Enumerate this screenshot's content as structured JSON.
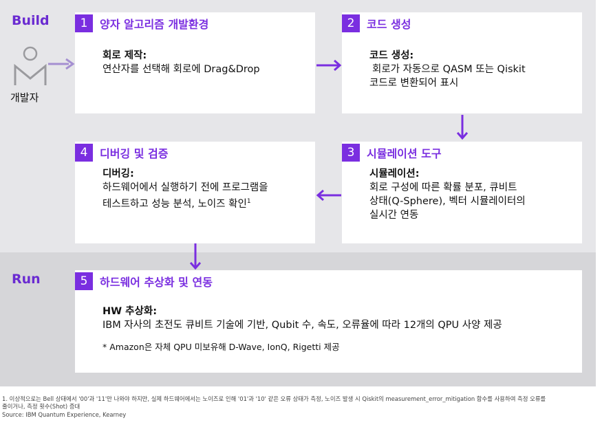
{
  "sections": {
    "build": "Build",
    "run": "Run"
  },
  "developer": {
    "label": "개발자"
  },
  "steps": [
    {
      "num": "1",
      "title": "양자 알고리즘 개발환경",
      "subhead": "회로 제작:",
      "lines": [
        "연산자를 선택해 회로에 Drag&Drop"
      ]
    },
    {
      "num": "2",
      "title": "코드 생성",
      "subhead": "코드 생성:",
      "lines": [
        "회로가 자동으로 QASM 또는 Qiskit",
        "코드로 변환되어 표시"
      ]
    },
    {
      "num": "3",
      "title": "시뮬레이션 도구",
      "subhead": "시뮬레이션:",
      "lines": [
        "회로 구성에 따른 확률 분포, 큐비트",
        "상태(Q-Sphere), 벡터 시뮬레이터의",
        "실시간 연동"
      ]
    },
    {
      "num": "4",
      "title": "디버깅 및 검증",
      "subhead": "디버깅:",
      "lines": [
        "하드웨어에서 실행하기 전에 프로그램을",
        "테스트하고 성능 분석, 노이즈 확인"
      ],
      "footnote_ref": "1"
    },
    {
      "num": "5",
      "title": "하드웨어 추상화 및 연동",
      "subhead": "HW 추상화:",
      "lines": [
        "IBM 자사의 초전도 큐비트 기술에 기반, Qubit 수, 속도, 오류율에 따라 12개의 QPU 사양 제공"
      ],
      "note": "* Amazon은 자체 QPU 미보유해 D-Wave, IonQ, Rigetti 제공"
    }
  ],
  "footnotes": [
    "1. 이상적으로는 Bell 상태에서 '00'과 '11'만 나와야 하지만, 실제 하드웨어에서는 노이즈로 인해 '01'과 '10' 같은 오류 상태가 측정, 노이즈 발생 시 Qiskit의 measurement_error_mitigation 함수를 사용하여 측정 오류를",
    "줄이거나, 측정 횟수(Shot) 증대",
    "Source: IBM Quantum Experience, Kearney"
  ],
  "colors": {
    "accent": "#7a2ee0",
    "build_band": "#e6e6e9",
    "run_band": "#d6d6d9"
  },
  "icons": {
    "developer": "person-icon"
  }
}
